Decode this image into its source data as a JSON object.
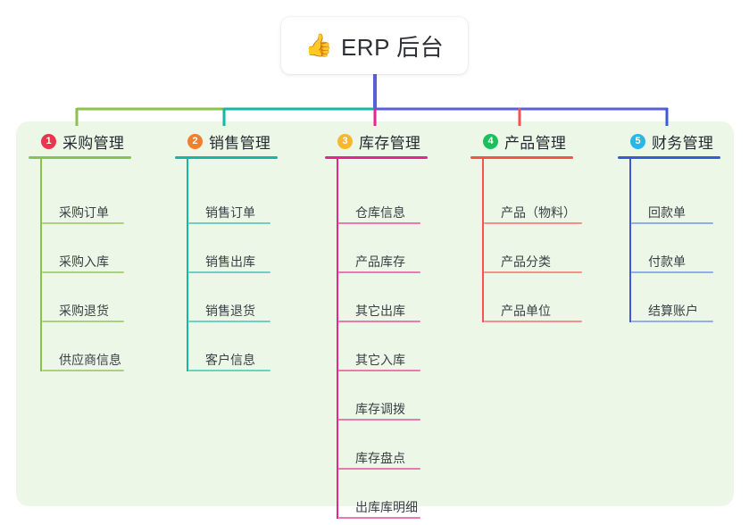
{
  "root": {
    "icon": "thumbs-up-emoji",
    "emoji": "👍",
    "title": "ERP 后台"
  },
  "palette": {
    "panel_bg": "#edf7e7",
    "page_bg": "#ffffff",
    "trunk_left": "#8cc152",
    "trunk_mid": "#19b5a5",
    "trunk_right": "#5b5fd6",
    "text": "#262a30",
    "leaf_text": "#3b3f45"
  },
  "branches": [
    {
      "index": "1",
      "title": "采购管理",
      "badge_color": "#e8364f",
      "line_color": "#8cc152",
      "leaf_line_color": "#a9d27a",
      "items": [
        "采购订单",
        "采购入库",
        "采购退货",
        "供应商信息"
      ]
    },
    {
      "index": "2",
      "title": "销售管理",
      "badge_color": "#f07f2e",
      "line_color": "#19b5a5",
      "leaf_line_color": "#6fcfc4",
      "items": [
        "销售订单",
        "销售出库",
        "销售退货",
        "客户信息"
      ]
    },
    {
      "index": "3",
      "title": "库存管理",
      "badge_color": "#f5b82e",
      "line_color": "#e6268e",
      "leaf_line_color": "#ea79b0",
      "items": [
        "仓库信息",
        "产品库存",
        "其它出库",
        "其它入库",
        "库存调拨",
        "库存盘点",
        "出库库明细"
      ]
    },
    {
      "index": "4",
      "title": "产品管理",
      "badge_color": "#1bbf5e",
      "line_color": "#f4534f",
      "leaf_line_color": "#f4908b",
      "items": [
        "产品（物料）",
        "产品分类",
        "产品单位"
      ]
    },
    {
      "index": "5",
      "title": "财务管理",
      "badge_color": "#29b6e8",
      "line_color": "#3b5bd6",
      "leaf_line_color": "#93acea",
      "items": [
        "回款单",
        "付款单",
        "结算账户"
      ]
    }
  ]
}
